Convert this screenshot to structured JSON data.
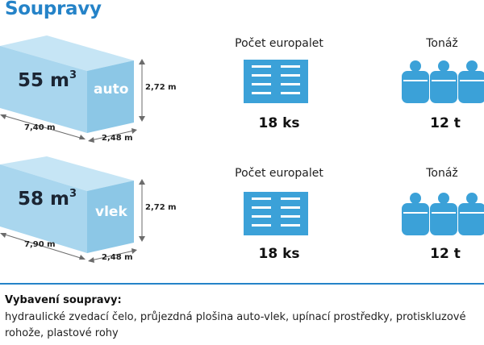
{
  "title": "Soupravy",
  "units": [
    {
      "volume_number": "55 m",
      "volume_exp": "3",
      "kind": "auto",
      "height": "2,72 m",
      "length": "7,40 m",
      "width": "2,48 m",
      "pallets_label": "Počet europalet",
      "pallets_value": "18 ks",
      "tonnage_label": "Tonáž",
      "tonnage_value": "12 t"
    },
    {
      "volume_number": "58 m",
      "volume_exp": "3",
      "kind": "vlek",
      "height": "2,72 m",
      "length": "7,90 m",
      "width": "2,48 m",
      "pallets_label": "Počet europalet",
      "pallets_value": "18 ks",
      "tonnage_label": "Tonáž",
      "tonnage_value": "12 t"
    }
  ],
  "equipment": {
    "title": "Vybavení soupravy:",
    "text": "hydraulické zvedací čelo, průjezdná plošina auto-vlek, upínací prostředky, protiskluzové rohože, plastové rohy"
  },
  "colors": {
    "accent": "#2583c8",
    "box_front": "#a9d6ee",
    "box_top": "#c6e5f5",
    "box_side": "#8cc7e6",
    "icon_blue": "#3ba1d8"
  },
  "icons": [
    "cargo-box-icon",
    "pallet-icon",
    "weight-icon"
  ]
}
